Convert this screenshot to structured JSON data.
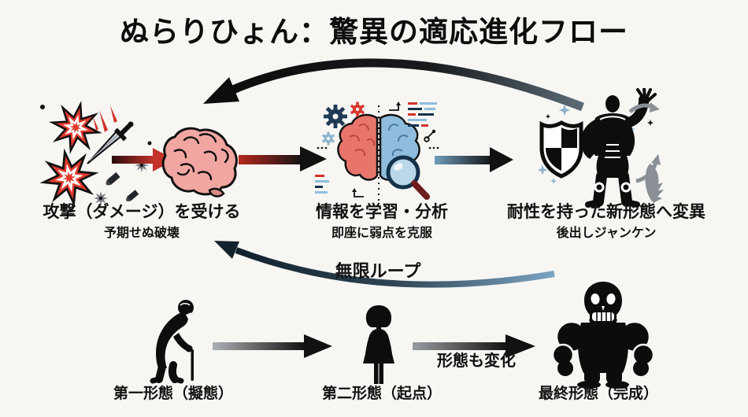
{
  "title": "ぬらりひょん：驚異の適応進化フロー",
  "flow": {
    "steps": [
      {
        "label": "攻撃（ダメージ）を受ける",
        "sublabel": "予期せぬ破壊",
        "icon": "explosion-sword-attack-icon"
      },
      {
        "label": "情報を学習・分析",
        "sublabel": "即座に弱点を克服",
        "icon": "learning-analysis-brain-icon"
      },
      {
        "label": "耐性を持った新形態へ変異",
        "sublabel": "後出しジャンケン",
        "icon": "mutation-shield-figure-icon"
      }
    ],
    "intermediate_icon": "brain-icon",
    "loop_label": "無限ループ"
  },
  "stages": {
    "items": [
      {
        "label": "第一形態（擬態）",
        "icon": "elder-man-icon"
      },
      {
        "label": "第二形態（起点）",
        "icon": "woman-icon"
      },
      {
        "label": "最終形態（完成）",
        "icon": "skull-monster-icon"
      }
    ],
    "transition_label": "形態も変化"
  },
  "colors": {
    "background": "#f7f6f3",
    "text": "#111111",
    "accent_red": "#cf342b",
    "steel_blue": "#7ba4c2",
    "dark_navy": "#16242f",
    "brain_pink": "#f2a6a1",
    "brain_red_half": "#e8756b",
    "brain_blue_half": "#90bddd",
    "gray": "#8a9096"
  }
}
